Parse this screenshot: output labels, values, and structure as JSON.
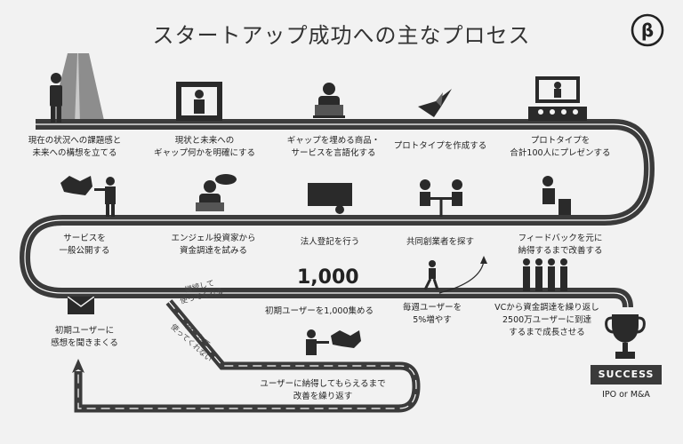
{
  "title": "スタートアップ成功への主なプロセス",
  "logo_glyph": "β",
  "steps": {
    "s1": "現在の状況への課題感と\n未来への構想を立てる",
    "s2": "現状と未来への\nギャップ何かを明確にする",
    "s3": "ギャップを埋める商品・\nサービスを言語化する",
    "s4": "プロトタイプを作成する",
    "s5": "プロトタイプを\n合計100人にプレゼンする",
    "s6": "フィードバックを元に\n納得するまで改善する",
    "s7": "共同創業者を探す",
    "s8": "法人登記を行う",
    "s9": "エンジェル投資家から\n資金調達を試みる",
    "s10": "サービスを\n一般公開する",
    "s11": "初期ユーザーに\n感想を聞きまくる",
    "s12": "初期ユーザーを1,000集める",
    "s13": "毎週ユーザーを\n5%増やす",
    "s14": "VCから資金調達を繰り返し\n2500万ユーザーに到達\nするまで成長させる",
    "s15": "ユーザーに納得してもらえるまで\n改善を繰り返す"
  },
  "milestone": "1,000",
  "branch_yes": "継続して\n使ってくれる",
  "branch_no": "継続して\n使ってくれない",
  "success": "SUCCESS",
  "exit": "IPO or M&A",
  "colors": {
    "road": "#3b3b3b",
    "line": "#ffffff",
    "bg": "#f2f2f2",
    "icon": "#2a2a2a"
  }
}
